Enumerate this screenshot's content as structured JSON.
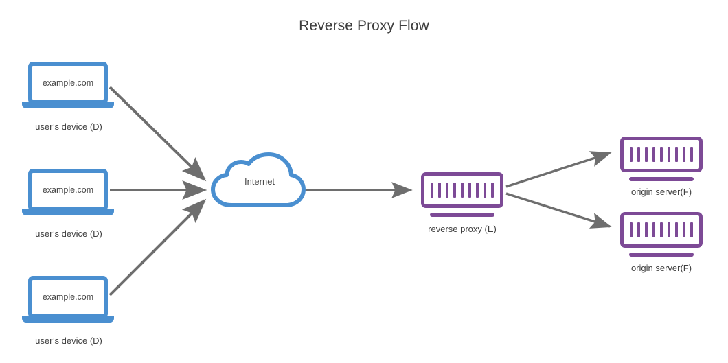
{
  "diagram": {
    "title": "Reverse Proxy Flow",
    "colors": {
      "client_blue": "#4a8fd0",
      "server_purple": "#7d4a96",
      "arrow_gray": "#6e6e6e",
      "text_dark": "#3f3f3f",
      "background": "#ffffff"
    }
  },
  "clients": [
    {
      "screen_text": "example.com",
      "caption": "user’s device (D)"
    },
    {
      "screen_text": "example.com",
      "caption": "user’s device (D)"
    },
    {
      "screen_text": "example.com",
      "caption": "user’s device (D)"
    }
  ],
  "cloud": {
    "label": "Internet"
  },
  "proxy": {
    "caption": "reverse proxy (E)",
    "bar_count": 9
  },
  "origins": [
    {
      "caption": "origin server(F)",
      "bar_count": 9
    },
    {
      "caption": "origin server(F)",
      "bar_count": 9
    }
  ],
  "connections": [
    {
      "from": "user's device (D) top",
      "to": "Internet"
    },
    {
      "from": "user's device (D) middle",
      "to": "Internet"
    },
    {
      "from": "user's device (D) bottom",
      "to": "Internet"
    },
    {
      "from": "Internet",
      "to": "reverse proxy (E)"
    },
    {
      "from": "reverse proxy (E)",
      "to": "origin server(F) top"
    },
    {
      "from": "reverse proxy (E)",
      "to": "origin server(F) bottom"
    }
  ]
}
